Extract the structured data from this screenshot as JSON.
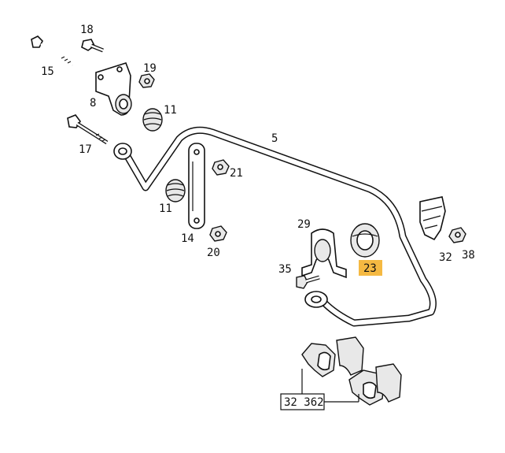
{
  "callouts": {
    "c15": "15",
    "c18": "18",
    "c19": "19",
    "c8": "8",
    "c11a": "11",
    "c17": "17",
    "c5": "5",
    "c21": "21",
    "c11b": "11",
    "c14": "14",
    "c20": "20",
    "c29": "29",
    "c23": "23",
    "c35": "35",
    "c32": "32",
    "c38": "38",
    "c32362": "32 362"
  },
  "colors": {
    "highlight": "#f5b942",
    "ink": "#111111",
    "paper": "#ffffff"
  }
}
